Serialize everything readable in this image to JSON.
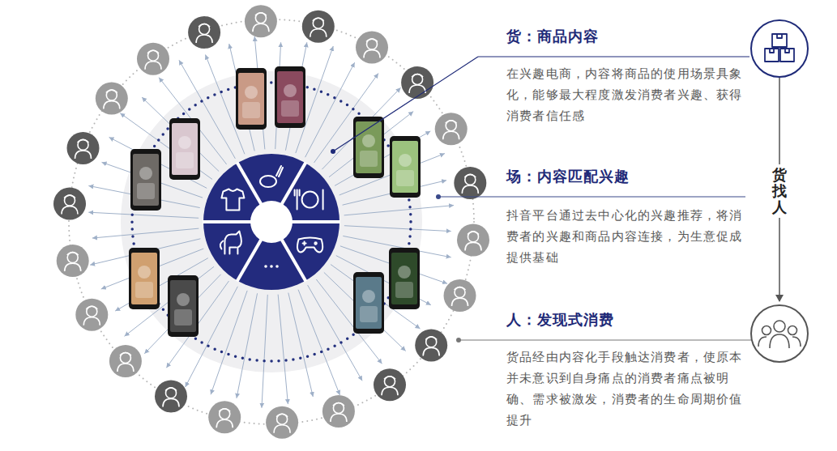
{
  "diagram": {
    "labels": [
      "货：商品内容",
      "在兴趣电商，内容将商品的使用场景具象化，能够最大程度激发消费者兴趣、获得消费者信任感",
      "场：内容匹配兴趣",
      "抖音平台通过去中心化的兴趣推荐，将消费者的兴趣和商品内容连接，为生意促成提供基础",
      "人：发现式消费",
      "货品经由内容化手段触达消费者，使原本并未意识到自身痛点的消费者痛点被明确、需求被激发，消费者的生命周期价值提升",
      "货找人"
    ]
  }
}
